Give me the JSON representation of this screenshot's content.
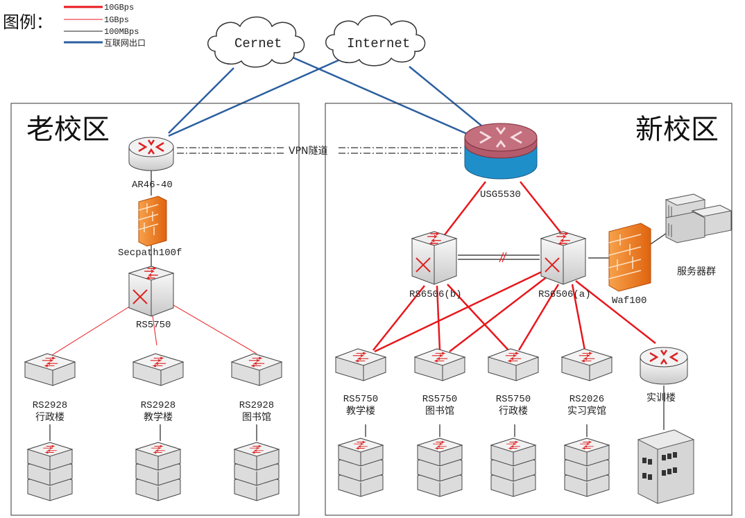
{
  "legend": {
    "title": "图例：",
    "items": [
      {
        "label": "10GBps",
        "color": "#e8171c"
      },
      {
        "label": "1GBps",
        "color": "#e8171c"
      },
      {
        "label": "100MBps",
        "color": "#222222"
      },
      {
        "label": "互联网出口",
        "color": "#2b5fa0"
      }
    ]
  },
  "clouds": {
    "cernet": "Cernet",
    "internet": "Internet"
  },
  "zones": {
    "old": "老校区",
    "new": "新校区"
  },
  "vpn_label": "VPN隧道",
  "old_campus": {
    "router": "AR46-40",
    "firewall": "Secpath100f",
    "core": "RS5750",
    "access": [
      {
        "model": "RS2928",
        "building": "行政楼"
      },
      {
        "model": "RS2928",
        "building": "教学楼"
      },
      {
        "model": "RS2928",
        "building": "图书馆"
      }
    ]
  },
  "new_campus": {
    "gateway": "USG5530",
    "core_b": "RS6506(b)",
    "core_a": "RS6506(a)",
    "waf": "Waf100",
    "servers": "服务器群",
    "access": [
      {
        "model": "RS5750",
        "building": "教学楼"
      },
      {
        "model": "RS5750",
        "building": "图书馆"
      },
      {
        "model": "RS5750",
        "building": "行政楼"
      },
      {
        "model": "RS2026",
        "building": "实习宾馆"
      }
    ],
    "training_router": "实训楼"
  },
  "colors": {
    "link_10g": "#e8171c",
    "link_1g": "#e8171c",
    "link_100m": "#222222",
    "link_internet": "#2b5fa0",
    "usg_top": "#b45a6a",
    "usg_body": "#1f8fc9",
    "firewall": "#f07a1c"
  },
  "icons": [
    "router-icon",
    "firewall-icon",
    "core-switch-icon",
    "access-switch-icon",
    "switch-stack-icon",
    "gateway-icon",
    "server-icon",
    "building-icon",
    "cloud-icon"
  ]
}
